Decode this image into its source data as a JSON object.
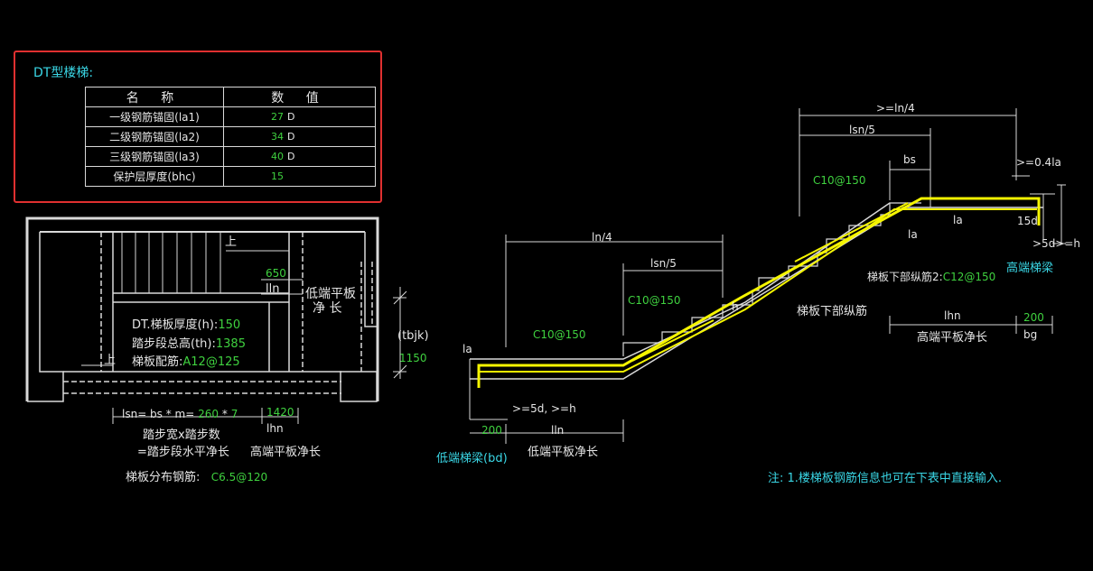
{
  "panel": {
    "title": "DT型楼梯:",
    "headers": [
      "名 称",
      "数 值"
    ],
    "rows": [
      {
        "name": "一级钢筋锚固(la1)",
        "value": "27",
        "unit": "D"
      },
      {
        "name": "二级钢筋锚固(la2)",
        "value": "34",
        "unit": "D"
      },
      {
        "name": "三级钢筋锚固(la3)",
        "value": "40",
        "unit": "D"
      },
      {
        "name": "保护层厚度(bhc)",
        "value": "15",
        "unit": ""
      }
    ]
  },
  "plan": {
    "thickness_label": "DT.梯板厚度(h):",
    "thickness_value": "150",
    "height_label": "踏步段总高(th):",
    "height_value": "1385",
    "rebar_label": "梯板配筋:",
    "rebar_value": "A12@125",
    "up1": "上",
    "up2": "上",
    "dim_650": "650",
    "dim_lln": "lln",
    "low_platform_1": "低端平板",
    "low_platform_2": "净  长",
    "tbjk": "(tbjk)",
    "dim_1150": "1150",
    "lsn_formula_prefix": "lsn= bs * m=",
    "lsn_bs": "260",
    "lsn_star": "*",
    "lsn_m": "7",
    "dim_1420": "1420",
    "dim_lhn": "lhn",
    "note1": "踏步宽x踏步数",
    "note2": "=踏步段水平净长",
    "note3": "高端平板净长",
    "dist_label": "梯板分布钢筋:",
    "dist_value": "C6.5@120"
  },
  "section": {
    "ln4_top": ">=ln/4",
    "lsn5_top": "lsn/5",
    "bs": "bs",
    "ge041la": ">=0.4la",
    "c10_top": "C10@150",
    "la_a": "la",
    "la_b": "la",
    "d15": "15d",
    "ge5d_right": ">5d>=h",
    "high_beam": "高端梯梁",
    "lower_rebar2_label": "梯板下部纵筋2:",
    "lower_rebar2_value": "C12@150",
    "lower_rebar_label": "梯板下部纵筋",
    "lhn": "lhn",
    "dim_200_right": "200",
    "bg": "bg",
    "high_platform": "高端平板净长",
    "ln4_mid": "ln/4",
    "lsn5_mid": "lsn/5",
    "c10_mid": "C10@150",
    "h": "h",
    "c10_low": "C10@150",
    "la_low": "la",
    "ge5d_low": ">=5d, >=h",
    "dim_200_left": "200",
    "lln": "lln",
    "low_beam": "低端梯梁(bd)",
    "low_platform": "低端平板净长"
  },
  "note": "注: 1.楼梯板钢筋信息也可在下表中直接输入.",
  "colors": {
    "background": "#000000",
    "line": "#d9d9d9",
    "value": "#3fd13f",
    "rebar": "#f5f500",
    "cyan": "#3ad7e6",
    "frame": "#e03030"
  }
}
